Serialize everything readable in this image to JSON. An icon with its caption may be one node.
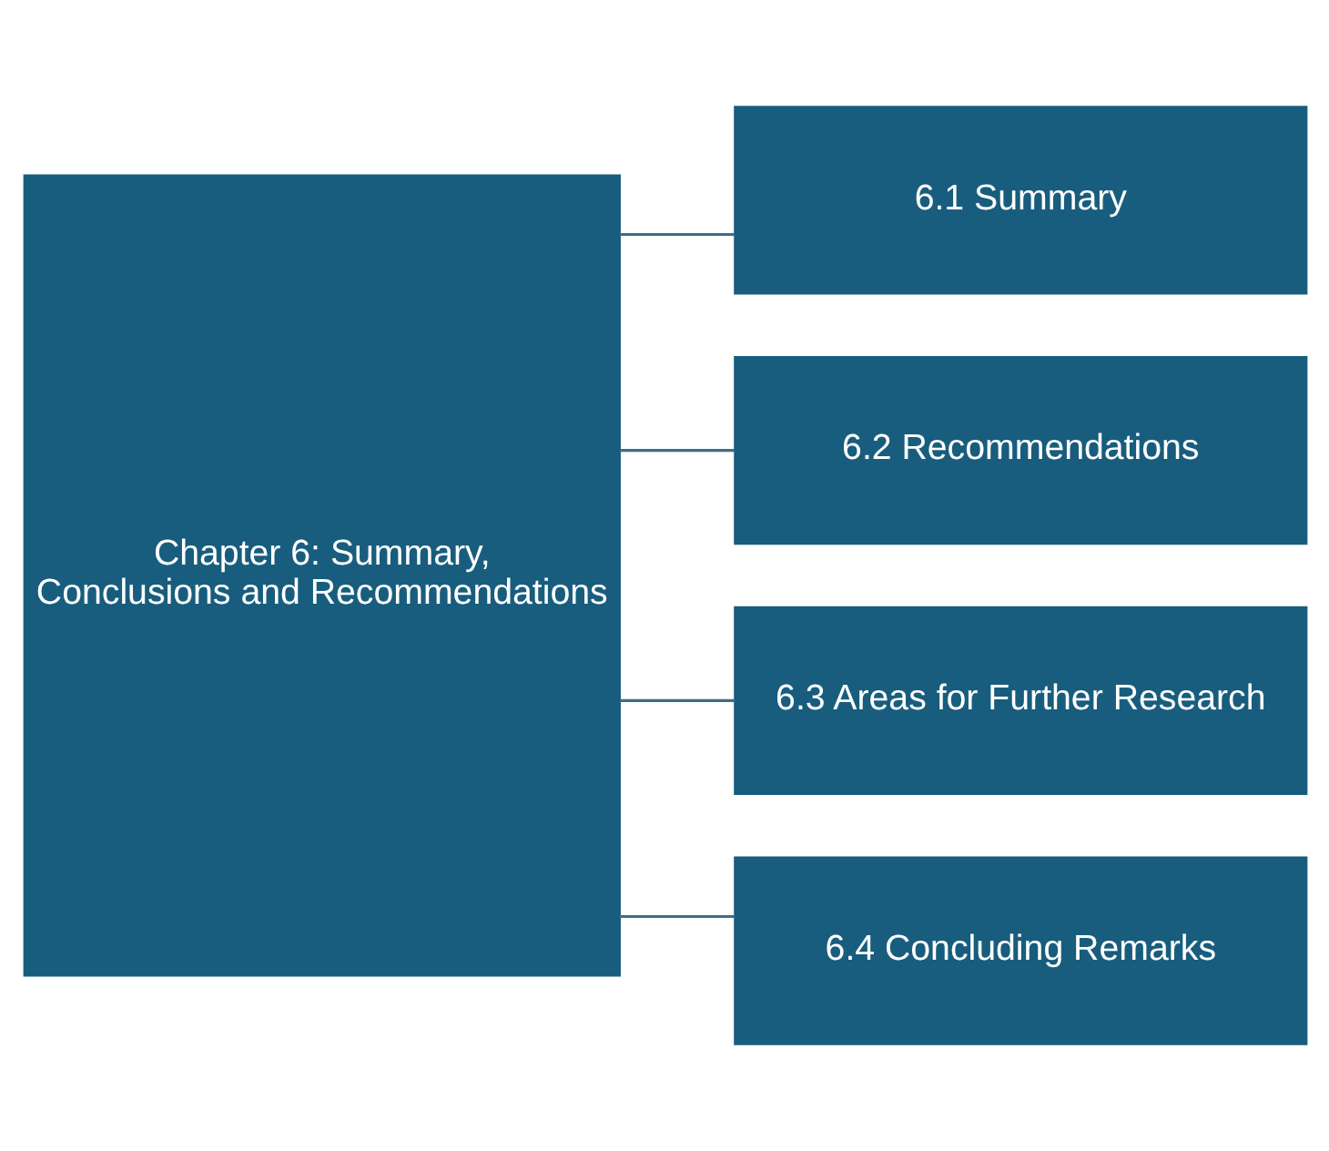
{
  "diagram": {
    "nodes": [
      {
        "text": [
          "Chapter 6: Summary, Conclusions and Recommendations"
        ]
      },
      {
        "text": [
          "6.1 Summary"
        ]
      },
      {
        "text": [
          "6.2 Recommendations"
        ]
      },
      {
        "text": [
          "6.3 Areas for Further Research"
        ]
      },
      {
        "text": [
          "6.4 Concluding Remarks"
        ]
      }
    ],
    "edges": [
      {
        "from": 0,
        "to": 1,
        "arrow": "none"
      },
      {
        "from": 0,
        "to": 2,
        "arrow": "none"
      },
      {
        "from": 0,
        "to": 3,
        "arrow": "none"
      },
      {
        "from": 0,
        "to": 4,
        "arrow": "none"
      }
    ]
  }
}
